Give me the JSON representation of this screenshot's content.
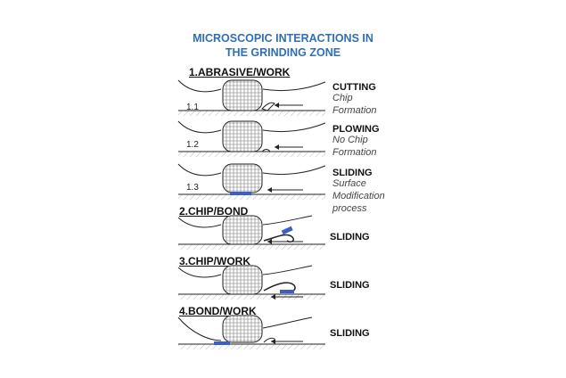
{
  "title": {
    "line1": "MICROSCOPIC INTERACTIONS IN",
    "line2": "THE GRINDING ZONE"
  },
  "sections": {
    "abrasive_work": "1.ABRASIVE/WORK",
    "chip_bond": "2.CHIP/BOND",
    "chip_work": "3.CHIP/WORK",
    "bond_work": "4.BOND/WORK"
  },
  "sub_numbers": [
    "1.1",
    "1.2",
    "1.3"
  ],
  "labels": {
    "cutting": {
      "title": "CUTTING",
      "l1": "Chip",
      "l2": "Formation"
    },
    "plowing": {
      "title": "PLOWING",
      "l1": "No Chip",
      "l2": "Formation"
    },
    "sliding_1": {
      "title": "SLIDING",
      "l1": "Surface",
      "l2": "Modification",
      "l3": "process"
    },
    "sliding_2": "SLIDING",
    "sliding_3": "SLIDING",
    "sliding_4": "SLIDING"
  },
  "colors": {
    "title": "#2f6fb3",
    "highlight": "#3b5fc7",
    "ink": "#222222"
  }
}
